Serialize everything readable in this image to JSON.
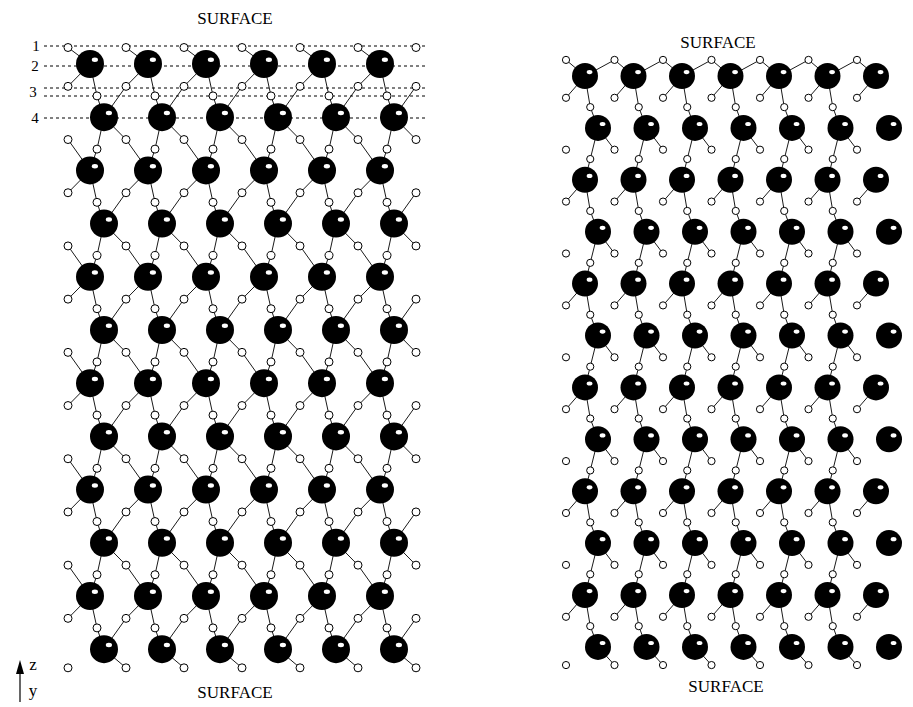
{
  "diagram": {
    "labels": [
      "SURFACE",
      "SURFACE",
      "1",
      "2",
      "3",
      "4",
      "z",
      "y",
      "SURFACE",
      "SURFACE"
    ]
  }
}
